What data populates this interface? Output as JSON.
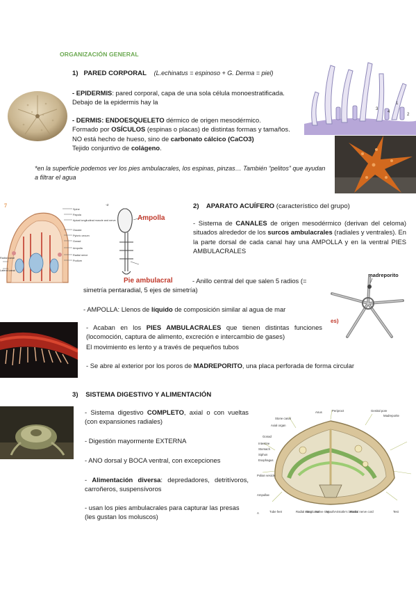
{
  "header": {
    "title": "ORGANIZACIÓN GENERAL"
  },
  "section1": {
    "number": "1)",
    "heading": "PARED CORPORAL",
    "etymology": "(L.echinatus = espinoso + G. Derma = piel)",
    "epi_label": "- EPIDERMIS",
    "epi_text": ": pared corporal, capa de una sola célula monoestratificada.",
    "epi_text2": "Debajo de la epidermis hay la",
    "dermis_label": "- DERMIS: ENDOESQUELETO",
    "dermis_text": " dérmico de origen mesodérmico.",
    "formado_pre": "Formado por ",
    "osiculos": "OSÍCULOS",
    "formado_post": " (espinas o placas) de distintas formas y tamaños.",
    "no_pre": "NO está hecho de hueso, sino de ",
    "carbonato": "carbonato cálcico (CaCO3)",
    "tejido_pre": "Tejido conjuntivo de ",
    "colageno": "colágeno",
    "tejido_post": ".",
    "note": "*en la superficie podemos ver los pies ambulacrales, los espinas, pinzas… También “pelitos” que ayudan a filtrar el agua"
  },
  "section2": {
    "number": "2)",
    "heading": "APARATO ACUÍFERO",
    "heading_note": " (característico del grupo)",
    "p1_a": "- Sistema de ",
    "p1_canales": "CANALES",
    "p1_b": " de origen mesodérmico (derivan del celoma) situados alrededor de los ",
    "p1_surcos": "surcos ambulacrales",
    "p1_c": " (radiales y ventrales). En la parte dorsal de cada canal hay una AMPOLLA y en la ventral PIES AMBULACRALES",
    "p2_a": "- Anillo central del que salen 5 radios (=",
    "p2_b": "simetría pentaradial, 5 ejes de simetría)",
    "p3_a": "- AMPOLLA: Llenos de ",
    "p3_liquido": "líquido",
    "p3_b": " de composición similar al agua de mar",
    "p4_a": "- Acaban en los ",
    "p4_pies": "PIES AMBULACRALES",
    "p4_b": " que tienen distintas funciones (locomoción, captura de alimento, excreción e intercambio de gases)",
    "p4_c": "El movimiento es lento y a través de pequeños tubos",
    "p5_a": "- Se abre al exterior por los poros de ",
    "p5_madre": "MADREPORITO",
    "p5_b": ", una placa perforada de forma circular"
  },
  "section3": {
    "number": "3)",
    "heading": "SISTEMA DIGESTIVO Y ALIMENTACIÓN",
    "b1_a": "- Sistema digestivo ",
    "b1_bold": "COMPLETO",
    "b1_b": ", axial o con vueltas (con expansiones radiales)",
    "b2": "- Digestión mayormente EXTERNA",
    "b3": "- ANO dorsal y BOCA ventral, con excepciones",
    "b4_a": "- ",
    "b4_bold": "Alimentación diversa",
    "b4_b": ": depredadores, detritívoros, carroñeros, suspensívoros",
    "b5": "- usan los pies ambulacrales para capturar las presas (les gustan los moluscos)"
  },
  "figures": {
    "ampulla_diagram": {
      "left_labels": [
        "Spine",
        "Papula",
        "Apical longitudinal muscle and nerve",
        "Ossicle",
        "Pyloric cecum",
        "Gonad",
        "Ampulla",
        "Radial nerve",
        "Podium",
        "Radial canal",
        "Lateral canal"
      ],
      "left_fig_mark": "7",
      "small_mark": "·a",
      "ampolla": "Ampolla",
      "pie": "Pie ambulacral"
    },
    "madreporito_label": "madreporito",
    "es_fragment": "es)",
    "urchin_labels": [
      "Anus",
      "Periproct",
      "Genital pore",
      "Madreporite",
      "Stone canal",
      "Axial organ",
      "Gonad",
      "Intestine",
      "Stomach",
      "Siphon",
      "Esophagus",
      "Polian vesicle",
      "Ampullae",
      "A",
      "Tube feet",
      "Radial canal",
      "Ring canal",
      "Nerve ring",
      "Mouth",
      "Aristotle's lantern",
      "Radial nerve cord",
      "Test"
    ]
  },
  "colors": {
    "title_green": "#6aa84f",
    "ampolla_red": "#c0392b",
    "starfish_orange": "#d2691e",
    "background": "#ffffff"
  }
}
